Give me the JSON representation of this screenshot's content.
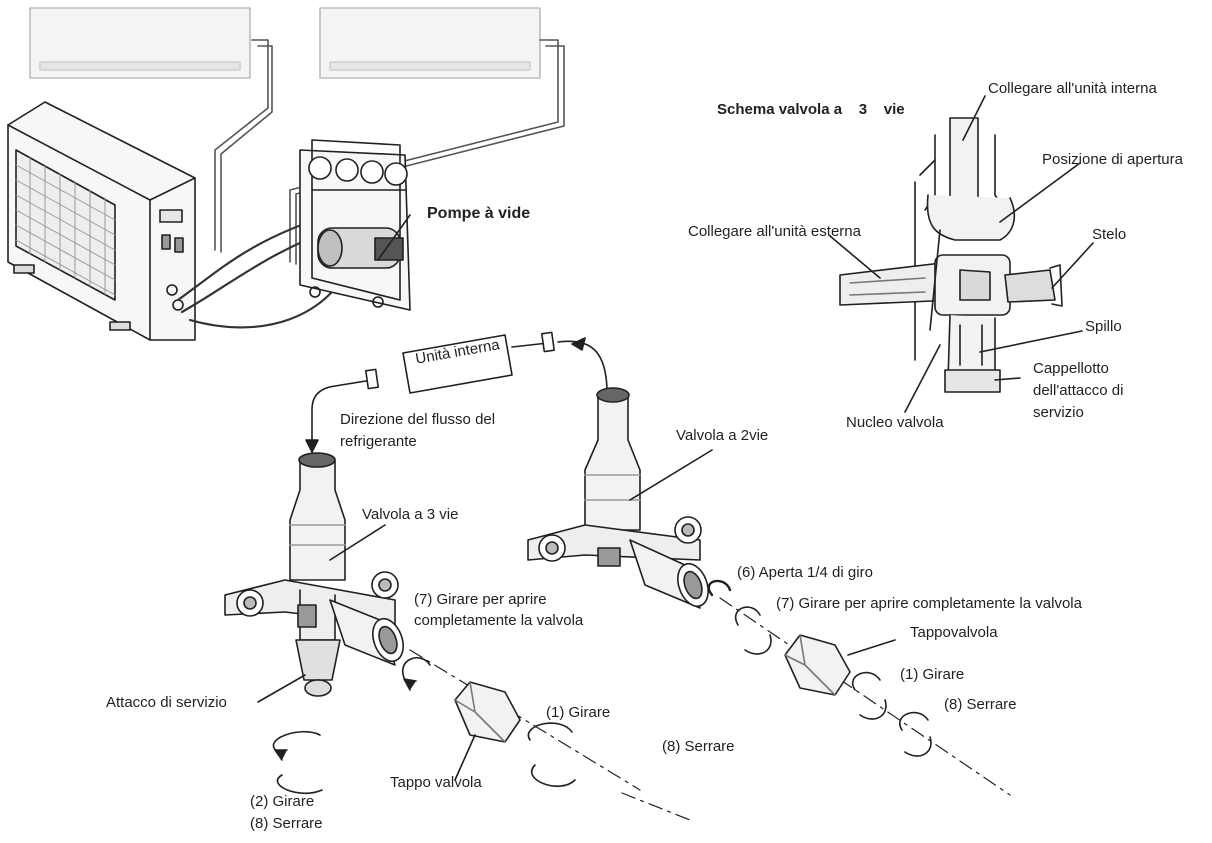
{
  "labels": {
    "pompe": "Pompe à vide",
    "schema_title": "Schema valvola a    3    vie",
    "collegare_interna": "Collegare all'unità interna",
    "posizione_apertura": "Posizione di apertura",
    "collegare_esterna": "Collegare all'unità esterna",
    "stelo": "Stelo",
    "spillo": "Spillo",
    "cappellotto_1": "Cappellotto",
    "cappellotto_2": "dell'attacco di",
    "cappellotto_3": "servizio",
    "nucleo": "Nucleo valvola",
    "unita_interna": "Unità interna",
    "direzione_1": "Direzione del flusso del",
    "direzione_2": "refrigerante",
    "valvola_2vie": "Valvola a 2vie",
    "valvola_3vie": "Valvola a 3 vie",
    "aperta": "(6) Aperta 1/4 di giro",
    "girare_aprire_left_1": "(7)  Girare per aprire",
    "girare_aprire_left_2": "completamente la valvola",
    "girare_aprire_right": "(7) Girare per aprire completamente la valvola",
    "tappovalvola": "Tappovalvola",
    "girare_right": "(1)  Girare",
    "serrare_right": "(8) Serrare",
    "attacco_servizio": "Attacco di servizio",
    "girare_mid": "(1) Girare",
    "serrare_mid": "(8)  Serrare",
    "tappo_valvola": "Tappo valvola",
    "girare_left": "(2)  Girare",
    "serrare_left": "(8)  Serrare"
  },
  "colors": {
    "line": "#231f20",
    "body_fill": "#f2f2f2",
    "shade": "#d9d9d9"
  }
}
